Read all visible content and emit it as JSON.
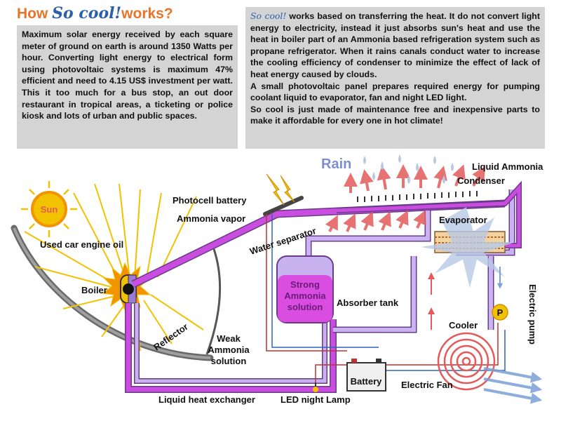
{
  "header": {
    "title_prefix": "How ",
    "title_brand": "So cool!",
    "title_suffix": "works?"
  },
  "left_panel": {
    "text": "Maximum solar energy received by each square meter of ground on earth is around 1350 Watts per hour. Converting light energy to electrical form using photovoltaic systems is maximum 47% efficient and need to 4.15 US$ investment per watt. This it too much for a bus stop, an out door restaurant in tropical areas, a ticketing or police kiosk and lots of urban and public spaces."
  },
  "right_panel": {
    "brand": "So cool!",
    "p1": " works based on transferring the heat. It do not convert light energy to electricity, instead it just absorbs sun's heat and use the heat in boiler part of an Ammonia based refrigeration system such as propane refrigerator. When it rains canals conduct water to increase the cooling efficiency of condenser to minimize the effect of lack of heat energy caused by clouds.",
    "p2": "A small photovoltaic panel prepares required energy for pumping coolant liquid to evaporator, fan and night LED light.",
    "p3": "So cool is just made of maintenance free and inexpensive parts to make it affordable for every one in hot climate!"
  },
  "labels": {
    "rain": "Rain",
    "liquid_ammonia": "Liquid Ammonia",
    "condenser": "Condenser",
    "sun": "Sun",
    "photocell_battery": "Photocell battery",
    "ammonia_vapor": "Ammonia vapor",
    "used_oil": "Used car engine oil",
    "evaporator": "Evaporator",
    "water_separator": "Water separator",
    "boiler": "Boiler",
    "tank_line1": "Strong",
    "tank_line2": "Ammonia",
    "tank_line3": "solution",
    "absorber_tank": "Absorber tank",
    "electric_pump": "Electric pump",
    "pump_symbol": "P",
    "reflector": "Reflector",
    "cooler": "Cooler",
    "weak_line1": "Weak",
    "weak_line2": "Ammonia",
    "weak_line3": "solution",
    "battery": "Battery",
    "electric_fan": "Electric Fan",
    "heat_exchanger": "Liquid heat exchanger",
    "led_lamp": "LED night Lamp"
  },
  "colors": {
    "title_orange": "#e8742a",
    "brand_blue": "#2b5fa8",
    "panel_gray": "#d4d4d4",
    "ammonia_purple": "#c94ee0",
    "pipe_lavender": "#c9b2f0",
    "heat_red": "#e35a5a",
    "cool_blue": "#7b9fd6",
    "sun_yellow": "#f2c200",
    "sun_orange": "#f29400",
    "rain_blue": "#7b8fd0"
  }
}
